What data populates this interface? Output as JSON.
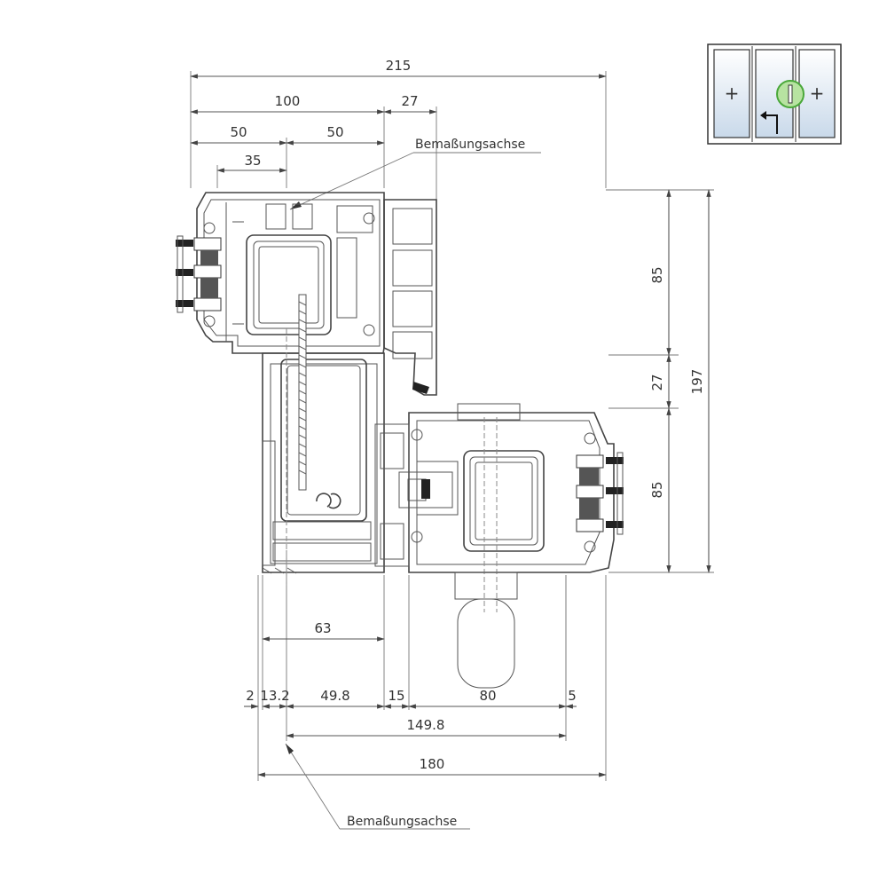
{
  "dimensions": {
    "top_overall": "215",
    "top_sash": "100",
    "top_offset": "27",
    "top_left_half": "50",
    "top_right_half": "50",
    "top_axis": "35",
    "right_upper": "85",
    "right_mid": "27",
    "right_lower": "85",
    "right_total": "197",
    "bottom_63": "63",
    "bottom_2": "2",
    "bottom_13_2": "13.2",
    "bottom_49_8": "49.8",
    "bottom_15": "15",
    "bottom_80": "80",
    "bottom_5": "5",
    "bottom_149_8": "149.8",
    "bottom_180": "180"
  },
  "labels": {
    "axis_top": "Bemaßungsachse",
    "axis_bottom": "Bemaßungsachse"
  },
  "thumbnail": {
    "panel_marks": [
      "+",
      "+"
    ]
  },
  "colors": {
    "highlight_fill": "#b7e3a1",
    "highlight_stroke": "#4aa83a",
    "glass_tint": "#c9d9ea"
  }
}
